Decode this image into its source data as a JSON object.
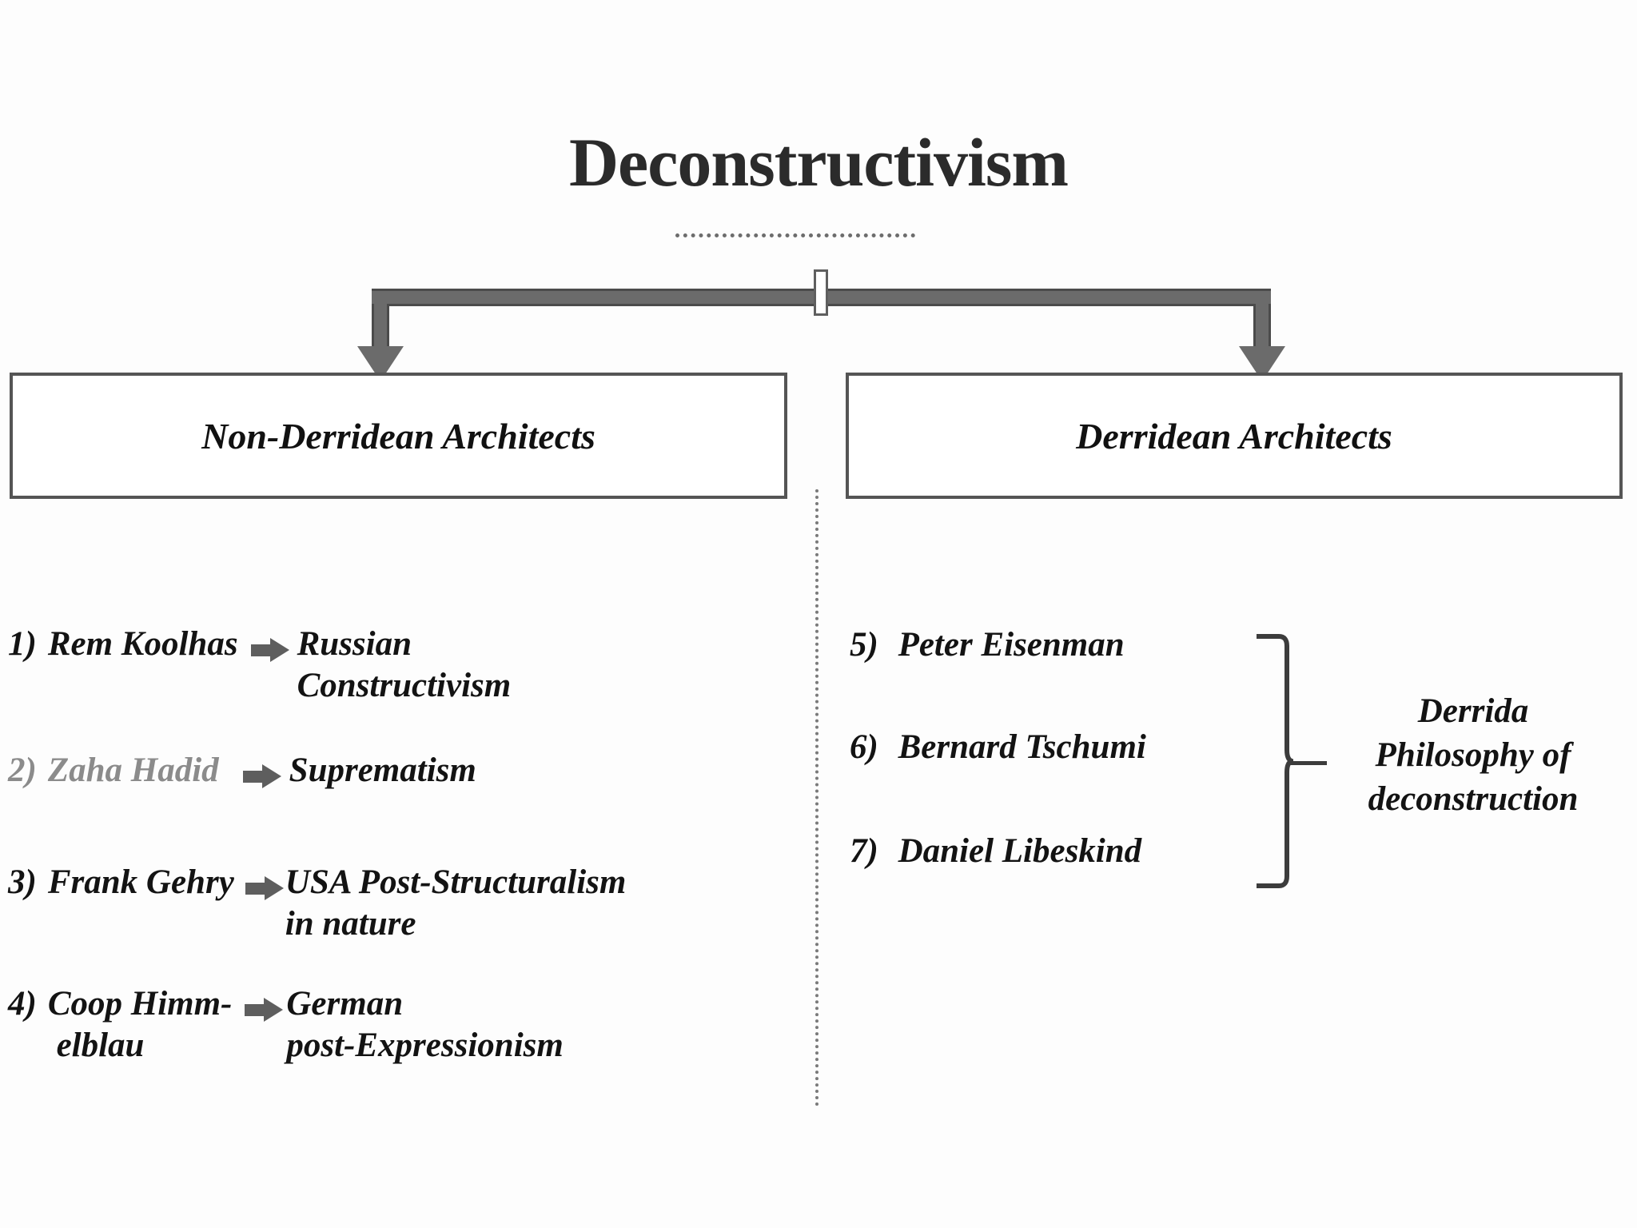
{
  "diagram": {
    "title": "Deconstructivism",
    "categories": {
      "left": "Non-Derridean Architects",
      "right": "Derridean Architects"
    },
    "left_items": [
      {
        "index": "1)",
        "architect": "Rem Koolhas",
        "movement": "Russian\nConstructivism",
        "muted": false
      },
      {
        "index": "2)",
        "architect": "Zaha Hadid",
        "movement": "Suprematism",
        "muted": true
      },
      {
        "index": "3)",
        "architect": "Frank Gehry",
        "movement": "USA Post-Structuralism\n    in nature",
        "muted": false
      },
      {
        "index": "4)",
        "architect": "Coop Himm-\n elblau",
        "movement": "German\npost-Expressionism",
        "muted": false
      }
    ],
    "right_items": [
      {
        "index": "5)",
        "architect": "Peter Eisenman"
      },
      {
        "index": "6)",
        "architect": "Bernard Tschumi"
      },
      {
        "index": "7)",
        "architect": "Daniel Libeskind"
      }
    ],
    "brace_label": "Derrida\nPhilosophy of\ndeconstruction",
    "colors": {
      "arrow_fill": "#6b6b6b",
      "arrow_glyph": "#5e5e5e",
      "box_border": "#555555",
      "text": "#131313",
      "muted_text": "#8b8b8b",
      "divider": "#7a7a7a"
    }
  }
}
